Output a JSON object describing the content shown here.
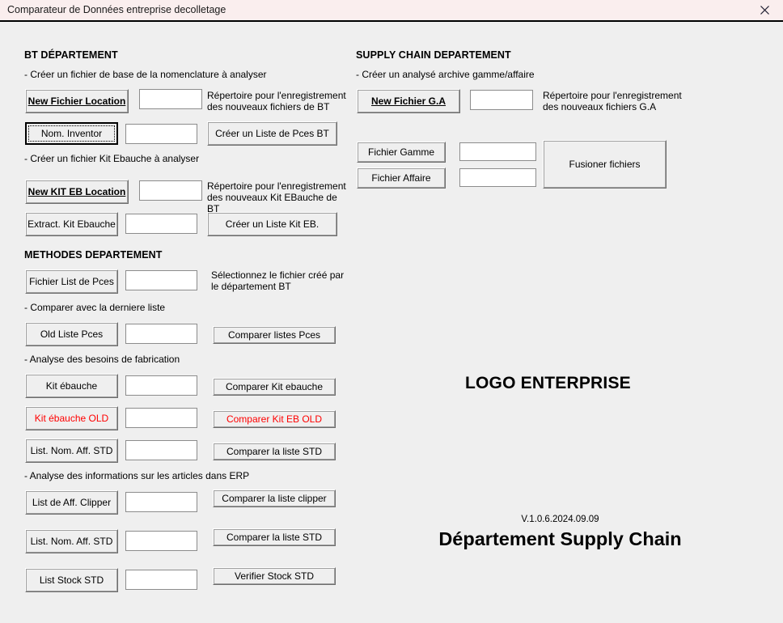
{
  "window": {
    "title": "Comparateur de Données entreprise decolletage",
    "close_icon": "close-icon"
  },
  "bt_department": {
    "heading": "BT DÉPARTEMENT",
    "hint_nomenclature": "- Créer un fichier de base de la nomenclature à analyser",
    "hint_kit_ebauche": "- Créer un fichier Kit Ebauche à analyser",
    "btn_new_fichier_location": "New Fichier Location",
    "note_repertoire_bt": "Répertoire pour l'enregistrement des nouveaux fichiers de BT",
    "btn_nom_inventor": "Nom. Inventor",
    "btn_creer_liste_pces_bt": "Créer un Liste de Pces BT",
    "btn_new_kit_eb_location": "New KIT EB Location",
    "note_repertoire_kit_eb": "Répertoire pour l'enregistrement des nouveaux Kit EBauche de BT",
    "btn_extract_kit_ebauche": "Extract. Kit Ebauche",
    "btn_creer_liste_kit_eb": "Créer un Liste Kit EB.",
    "input_new_fichier_location": "",
    "input_nom_inventor": "",
    "input_new_kit_eb_location": "",
    "input_extract_kit_ebauche": ""
  },
  "methodes_department": {
    "heading": "METHODES DEPARTEMENT",
    "btn_fichier_list_de_pces": "Fichier List de Pces",
    "note_selectionnez": "Sélectionnez le fichier créé par le département BT",
    "hint_comparer_derniere": "- Comparer avec la derniere liste",
    "btn_old_liste_pces": "Old  Liste Pces",
    "btn_comparer_listes_pces": "Comparer listes Pces",
    "hint_analyse_besoins": "- Analyse des besoins de fabrication",
    "btn_kit_ebauche": "Kit ébauche",
    "btn_comparer_kit_ebauche": "Comparer Kit ebauche",
    "btn_kit_ebauche_old": "Kit ébauche OLD",
    "btn_comparer_kit_eb_old": "Comparer Kit EB OLD",
    "btn_list_nom_aff_std_1": "List. Nom. Aff. STD",
    "btn_comparer_la_liste_std_1": "Comparer la liste STD",
    "hint_analyse_erp": "- Analyse des informations sur les articles dans ERP",
    "btn_list_de_aff_clipper": "List de Aff. Clipper",
    "btn_comparer_la_liste_clipper": "Comparer la liste clipper",
    "btn_list_nom_aff_std_2": "List. Nom. Aff. STD",
    "btn_comparer_la_liste_std_2": "Comparer la liste STD",
    "btn_list_stock_std": "List Stock STD",
    "btn_verifier_stock_std": "Verifier Stock STD",
    "input_fichier_list_de_pces": "",
    "input_old_liste_pces": "",
    "input_kit_ebauche": "",
    "input_kit_ebauche_old": "",
    "input_list_nom_aff_std_1": "",
    "input_list_de_aff_clipper": "",
    "input_list_nom_aff_std_2": "",
    "input_list_stock_std": ""
  },
  "supply_chain_department": {
    "heading": "SUPPLY CHAIN DEPARTEMENT",
    "hint_archive": "- Créer un analysé archive gamme/affaire",
    "btn_new_fichier_ga": "New Fichier G.A",
    "note_repertoire_ga": "Répertoire pour l'enregistrement des nouveaux fichiers G.A",
    "btn_fichier_gamme": "Fichier Gamme",
    "btn_fichier_affaire": "Fichier Affaire",
    "btn_fusioner_fichiers": "Fusioner fichiers",
    "input_new_fichier_ga": "",
    "input_fichier_gamme": "",
    "input_fichier_affaire": ""
  },
  "branding": {
    "logo": "LOGO ENTERPRISE",
    "version": "V.1.0.6.2024.09.09",
    "department_title": "Département Supply Chain"
  },
  "colors": {
    "titlebar_bg": "#faeeee",
    "form_bg": "#efefef",
    "button_face": "#efefef",
    "alert_red": "#ff0000",
    "text": "#000000"
  }
}
